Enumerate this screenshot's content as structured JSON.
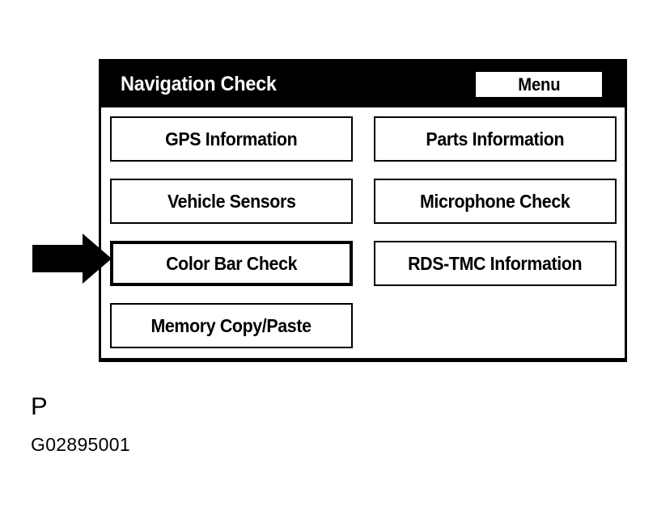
{
  "background_color": "#ffffff",
  "screen": {
    "title": "Navigation Check",
    "title_bar": {
      "background_color": "#000000",
      "text_color": "#ffffff",
      "menu_button": {
        "label": "Menu",
        "background_color": "#ffffff",
        "text_color": "#000000"
      }
    },
    "columns": {
      "left": [
        {
          "label": "GPS Information",
          "selected": false
        },
        {
          "label": "Vehicle Sensors",
          "selected": false
        },
        {
          "label": "Color Bar Check",
          "selected": true
        },
        {
          "label": "Memory Copy/Paste",
          "selected": false
        }
      ],
      "right": [
        {
          "label": "Parts Information",
          "selected": false
        },
        {
          "label": "Microphone Check",
          "selected": false
        },
        {
          "label": "RDS-TMC Information",
          "selected": false
        }
      ]
    }
  },
  "annotation": {
    "arrow": {
      "icon": "arrow-right-icon",
      "color": "#000000",
      "points_to": "Color Bar Check"
    }
  },
  "caption": {
    "letter": "P",
    "code": "G02895001"
  }
}
